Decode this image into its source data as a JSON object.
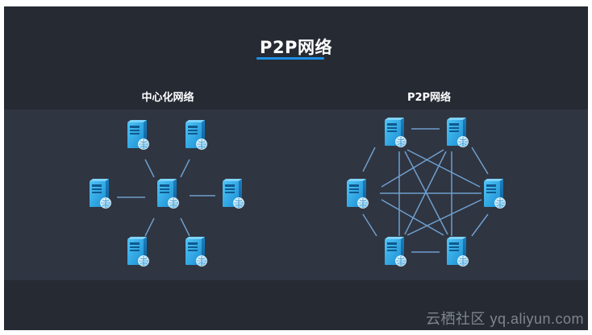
{
  "slide": {
    "title": "P2P网络",
    "left_label": "中心化网络",
    "right_label": "P2P网络",
    "watermark": "云栖社区 yq.aliyun.com"
  },
  "colors": {
    "background": "#252a33",
    "band": "#2f3541",
    "accent": "#1d8fe6",
    "server": "#2aa9e6",
    "link": "#6f9fce"
  },
  "icons": {
    "node": "server-icon"
  }
}
